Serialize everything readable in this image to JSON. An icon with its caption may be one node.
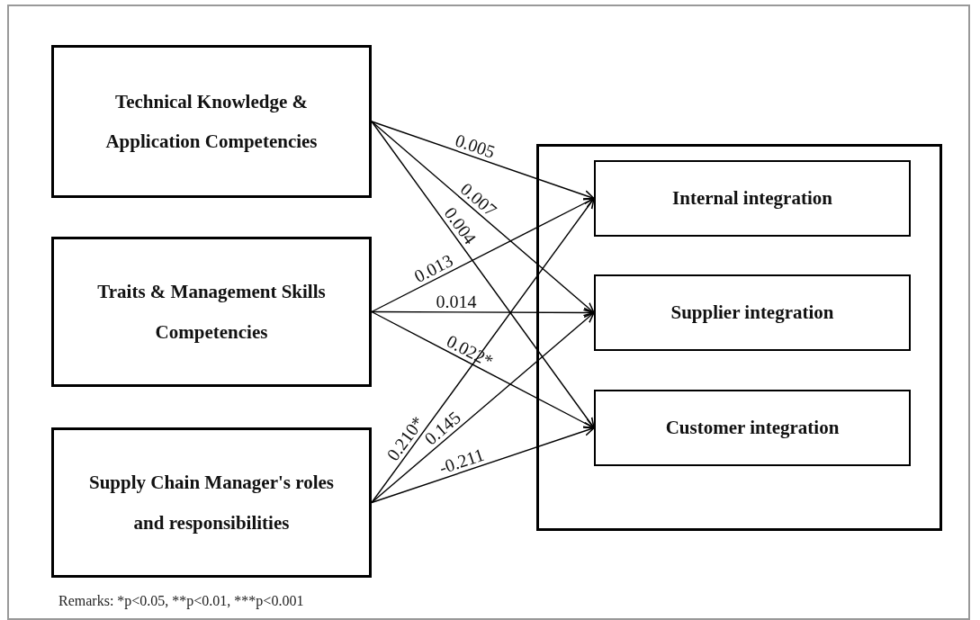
{
  "diagram": {
    "nodes": [
      {
        "text": [
          "Technical Knowledge & Application Competencies"
        ]
      },
      {
        "text": [
          "Traits & Management Skills Competencies"
        ]
      },
      {
        "text": [
          "Supply Chain Manager's roles and responsibilities"
        ]
      },
      {
        "text": [],
        "shape": "box"
      },
      {
        "text": [
          "Internal integration"
        ],
        "in": 3
      },
      {
        "text": [
          "Supplier integration"
        ],
        "in": 3
      },
      {
        "text": [
          "Customer integration"
        ],
        "in": 3
      }
    ],
    "edges": [
      {
        "from": 0,
        "to": 4,
        "arrow": "to",
        "label": "0.005"
      },
      {
        "from": 0,
        "to": 5,
        "arrow": "to",
        "label": "0.007"
      },
      {
        "from": 0,
        "to": 6,
        "arrow": "to",
        "label": "0.004"
      },
      {
        "from": 1,
        "to": 4,
        "arrow": "to",
        "label": "0.013"
      },
      {
        "from": 1,
        "to": 5,
        "arrow": "to",
        "label": "0.014"
      },
      {
        "from": 1,
        "to": 6,
        "arrow": "to",
        "label": "0.022*"
      },
      {
        "from": 2,
        "to": 4,
        "arrow": "to",
        "label": "0.210*"
      },
      {
        "from": 2,
        "to": 5,
        "arrow": "to",
        "label": "0.145"
      },
      {
        "from": 2,
        "to": 6,
        "arrow": "to",
        "label": "-0.211"
      }
    ],
    "labels": [
      "Remarks: *p<0.05, **p<0.01, ***p<0.001"
    ]
  }
}
